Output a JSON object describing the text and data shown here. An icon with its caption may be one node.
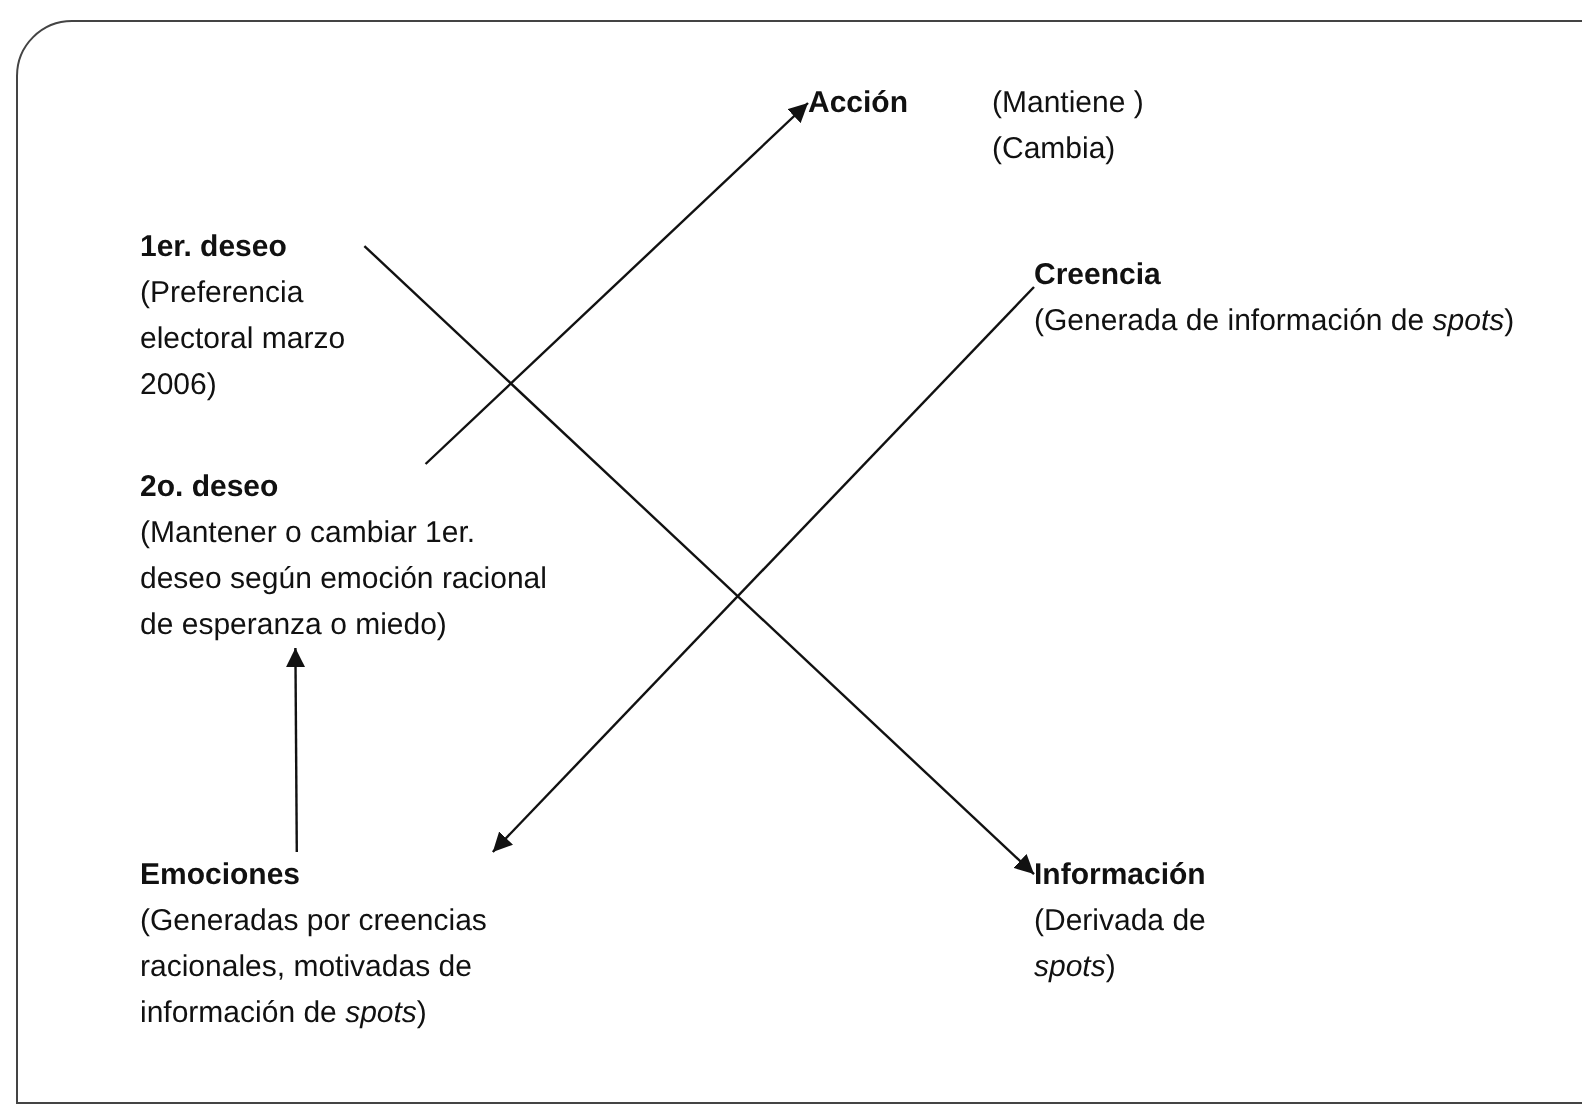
{
  "diagram": {
    "nodes": [
      {
        "text": [
          "1er. deseo",
          "(Preferencia electoral marzo 2006)"
        ]
      },
      {
        "text": [
          "2o. deseo",
          "(Mantener o cambiar 1er. deseo según emoción racional de esperanza o miedo)"
        ]
      },
      {
        "text": [
          "Acción"
        ],
        "beside": [
          "(Mantiene ) (Cambia)"
        ]
      },
      {
        "text": [
          "Creencia",
          "(Generada de información de *spots*)"
        ]
      },
      {
        "text": [
          "Emociones",
          "(Generadas por creencias racionales, motivadas de información de *spots*)"
        ]
      },
      {
        "text": [
          "Información",
          "(Derivada de *spots*)"
        ]
      }
    ],
    "edges": [
      {
        "from": 0,
        "to": 5,
        "arrow": "to"
      },
      {
        "from": 1,
        "to": 2,
        "arrow": "to"
      },
      {
        "from": 3,
        "to": 4,
        "arrow": "to"
      },
      {
        "from": 4,
        "to": 1,
        "arrow": "to"
      }
    ]
  }
}
